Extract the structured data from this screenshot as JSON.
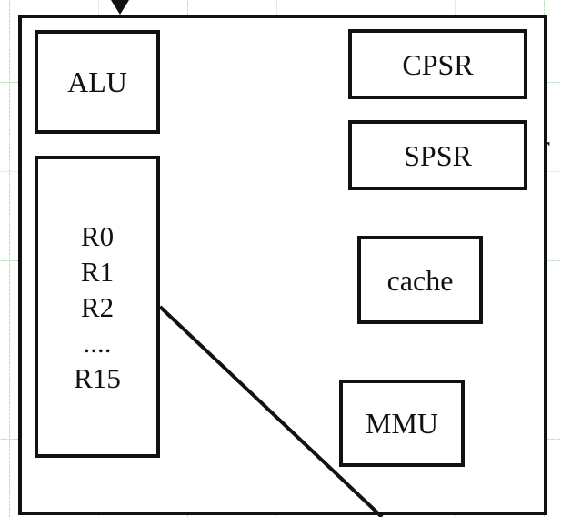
{
  "diagram": {
    "alu": "ALU",
    "registers": [
      "R0",
      "R1",
      "R2",
      "....",
      "R15"
    ],
    "cpsr": "CPSR",
    "spsr": "SPSR",
    "cache": "cache",
    "mmu": "MMU",
    "side_label": "pr"
  }
}
